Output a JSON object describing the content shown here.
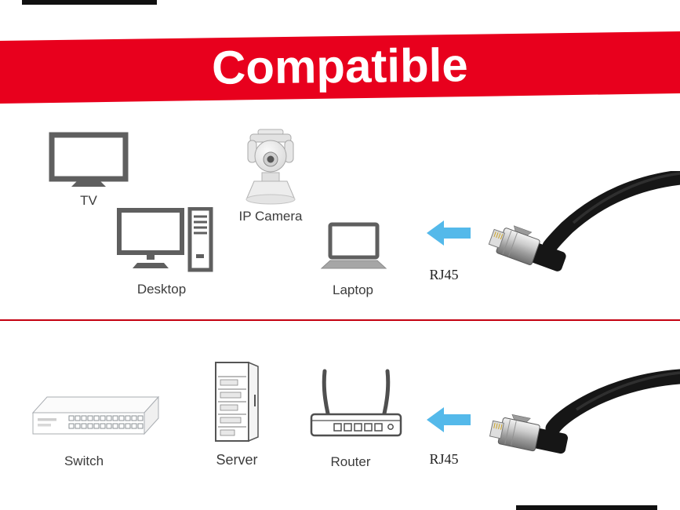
{
  "banner": {
    "title": "Compatible"
  },
  "top_section": {
    "devices": [
      {
        "name": "tv",
        "label": "TV"
      },
      {
        "name": "ip-camera",
        "label": "IP Camera"
      },
      {
        "name": "desktop",
        "label": "Desktop"
      },
      {
        "name": "laptop",
        "label": "Laptop"
      }
    ],
    "connector_label": "RJ45"
  },
  "bottom_section": {
    "devices": [
      {
        "name": "switch",
        "label": "Switch"
      },
      {
        "name": "server",
        "label": "Server"
      },
      {
        "name": "router",
        "label": "Router"
      }
    ],
    "connector_label": "RJ45"
  },
  "colors": {
    "banner_red": "#e8001d",
    "divider_red": "#c40010",
    "arrow_blue": "#54b9ea",
    "cable_black": "#161616",
    "label_text": "#3c3c3c"
  }
}
